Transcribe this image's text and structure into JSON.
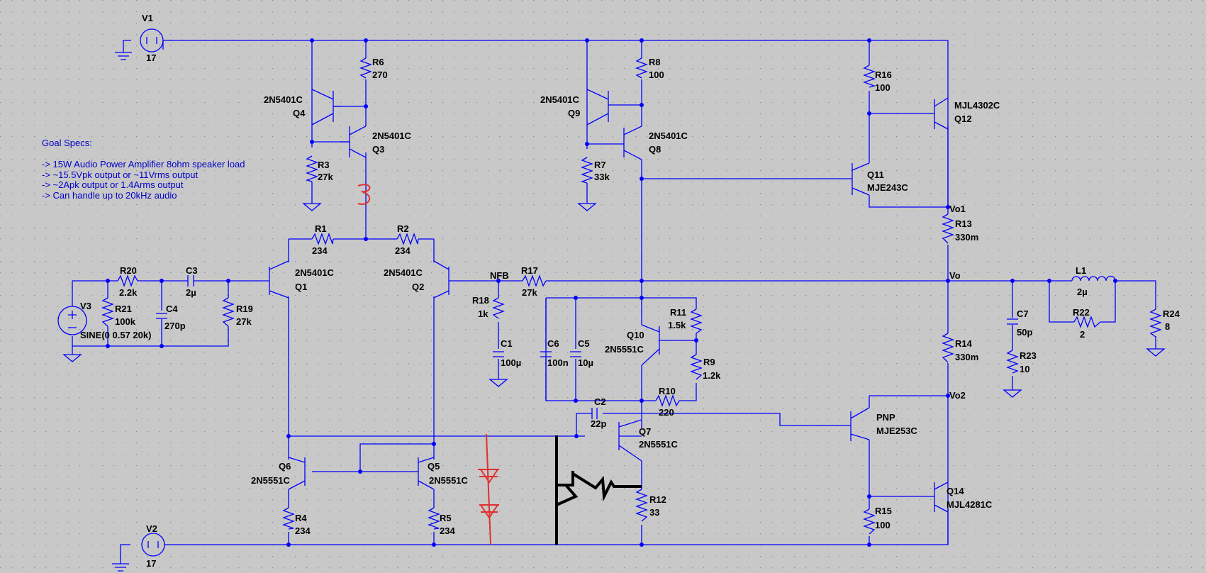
{
  "goal_specs": {
    "title": "Goal Specs:",
    "lines": [
      "->   15W Audio Power Amplifier 8ohm speaker load",
      "->   ~15.5Vpk output or ~11Vrms output",
      "->   ~2Apk output or 1.4Arms output",
      "->   Can handle up to 20kHz audio"
    ]
  },
  "sources": {
    "V1": {
      "name": "V1",
      "value": "17"
    },
    "V2": {
      "name": "V2",
      "value": "17"
    },
    "V3": {
      "name": "V3",
      "value": "SINE(0 0.57 20k)"
    }
  },
  "resistors": {
    "R1": [
      "R1",
      "234"
    ],
    "R2": [
      "R2",
      "234"
    ],
    "R3": [
      "R3",
      "27k"
    ],
    "R4": [
      "R4",
      "234"
    ],
    "R5": [
      "R5",
      "234"
    ],
    "R6": [
      "R6",
      "270"
    ],
    "R7": [
      "R7",
      "33k"
    ],
    "R8": [
      "R8",
      "100"
    ],
    "R9": [
      "R9",
      "1.2k"
    ],
    "R10": [
      "R10",
      "220"
    ],
    "R11": [
      "R11",
      "1.5k"
    ],
    "R12": [
      "R12",
      "33"
    ],
    "R13": [
      "R13",
      "330m"
    ],
    "R14": [
      "R14",
      "330m"
    ],
    "R15": [
      "R15",
      "100"
    ],
    "R16": [
      "R16",
      "100"
    ],
    "R17": [
      "R17",
      "27k"
    ],
    "R18": [
      "R18",
      "1k"
    ],
    "R19": [
      "R19",
      "27k"
    ],
    "R20": [
      "R20",
      "2.2k"
    ],
    "R21": [
      "R21",
      "100k"
    ],
    "R22": [
      "R22",
      "2"
    ],
    "R23": [
      "R23",
      "10"
    ],
    "R24": [
      "R24",
      "8"
    ]
  },
  "capacitors": {
    "C1": [
      "C1",
      "100µ"
    ],
    "C2": [
      "C2",
      "22p"
    ],
    "C3": [
      "C3",
      "2µ"
    ],
    "C4": [
      "C4",
      "270p"
    ],
    "C5": [
      "C5",
      "10µ"
    ],
    "C6": [
      "C6",
      "100n"
    ],
    "C7": [
      "C7",
      "50p"
    ]
  },
  "inductors": {
    "L1": [
      "L1",
      "2µ"
    ]
  },
  "transistors": {
    "Q1": [
      "Q1",
      "2N5401C"
    ],
    "Q2": [
      "Q2",
      "2N5401C"
    ],
    "Q3": [
      "Q3",
      "2N5401C"
    ],
    "Q4": [
      "Q4",
      "2N5401C"
    ],
    "Q5": [
      "Q5",
      "2N5551C"
    ],
    "Q6": [
      "Q6",
      "2N5551C"
    ],
    "Q7": [
      "Q7",
      "2N5551C"
    ],
    "Q8": [
      "Q8",
      "2N5401C"
    ],
    "Q9": [
      "Q9",
      "2N5401C"
    ],
    "Q10": [
      "Q10",
      "2N5551C"
    ],
    "Q11": [
      "Q11",
      "MJE243C"
    ],
    "Q12": [
      "Q12",
      "MJL4302C"
    ],
    "Q13": [
      "PNP",
      "MJE253C"
    ],
    "Q14": [
      "Q14",
      "MJL4281C"
    ]
  },
  "nets": {
    "nfb": "NFB",
    "vo": "Vo",
    "vo1": "Vo1",
    "vo2": "Vo2"
  },
  "colors": {
    "background": "#c8c8c8",
    "wire": "#0000ff",
    "note": "#0000c8",
    "markup_red": "#e03030",
    "markup_black": "#000000"
  }
}
